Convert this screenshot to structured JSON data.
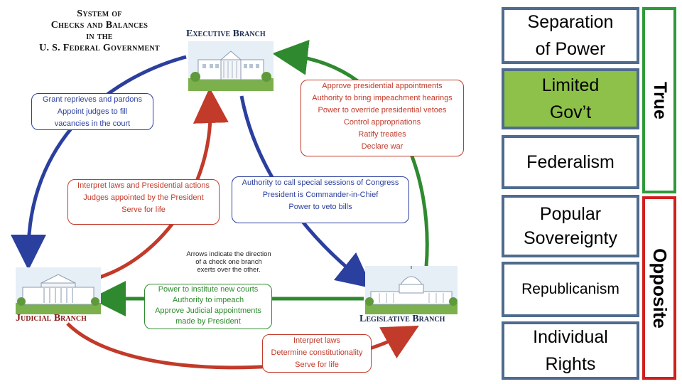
{
  "title_lines": [
    "System of",
    "Checks and Balances",
    "in the",
    "U. S. Federal Government"
  ],
  "branches": {
    "executive": "Executive Branch",
    "judicial": "Judicial Branch",
    "legislative": "Legislative Branch"
  },
  "boxes": {
    "exec_to_judicial": [
      "Grant reprieves and pardons",
      "Appoint judges to fill",
      "vacancies in the court"
    ],
    "legislative_to_exec": [
      "Approve presidential appointments",
      "Authority to bring impeachment hearings",
      "Power to override presidential vetoes",
      "Control appropriations",
      "Ratify treaties",
      "Declare war"
    ],
    "judicial_to_exec": [
      "Interpret laws and Presidential actions",
      "Judges appointed by the President",
      "Serve for life"
    ],
    "exec_to_legislative": [
      "Authority to call special sessions of Congress",
      "President is Commander-in-Chief",
      "Power to veto bills"
    ],
    "legislative_to_judicial": [
      "Power to institute new courts",
      "Authority to impeach",
      "Approve Judicial appointments",
      "made by President"
    ],
    "judicial_to_legislative": [
      "Interpret laws",
      "Determine constitutionality",
      "Serve for life"
    ]
  },
  "arrows_note": [
    "Arrows indicate the direction",
    "of a check one branch",
    "exerts over the other."
  ],
  "panel": {
    "cells": [
      [
        "Separation",
        "of Power"
      ],
      [
        "Limited",
        "Gov’t"
      ],
      [
        "Federalism"
      ],
      [
        "Popular",
        "Sovereignty"
      ],
      [
        "Republicanism"
      ],
      [
        "Individual",
        "Rights"
      ]
    ],
    "true_label": "True",
    "opposite_label": "Opposite"
  },
  "colors": {
    "blue": "#2b3f9e",
    "red": "#c23a2a",
    "green": "#2f8a2f",
    "cell_border": "#4f6b8d",
    "highlight": "#8dc149",
    "true_border": "#2e9a3a",
    "opposite_border": "#d11f1f"
  }
}
